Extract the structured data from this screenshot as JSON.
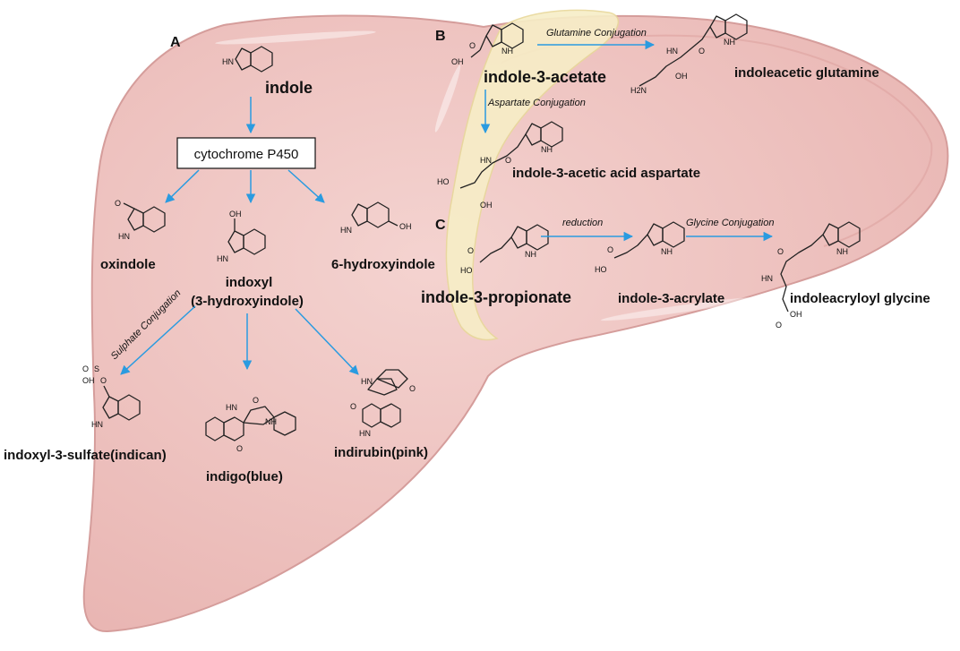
{
  "panels": {
    "a": "A",
    "b": "B",
    "c": "C"
  },
  "compounds": {
    "indole": "indole",
    "cyp": "cytochrome P450",
    "oxindole": "oxindole",
    "indoxyl": "indoxyl",
    "indoxyl_alt": "(3-hydroxyindole)",
    "hydroxyindole6": "6-hydroxyindole",
    "indican": "indoxyl-3-sulfate(indican)",
    "indigo": "indigo(blue)",
    "indirubin": "indirubin(pink)",
    "iaa": "indole-3-acetate",
    "iaa_gln": "indoleacetic glutamine",
    "iaa_asp": "indole-3-acetic acid aspartate",
    "ipa": "indole-3-propionate",
    "acrylate": "indole-3-acrylate",
    "acryloyl_gly": "indoleacryloyl glycine"
  },
  "reactions": {
    "sulphate": "Sulphate Conjugation",
    "glutamine": "Glutamine Conjugation",
    "aspartate": "Aspartate Conjugation",
    "reduction": "reduction",
    "glycine": "Glycine Conjugation"
  },
  "atoms": {
    "nh": "NH",
    "hn": "HN",
    "oh": "OH",
    "ho": "HO",
    "o": "O",
    "s": "S",
    "h2n": "H2N"
  },
  "colors": {
    "liver": "#efc4c1",
    "liver_edge": "#d59d9b",
    "gallbladder": "#f7eec7",
    "arrow": "#2a9be0"
  }
}
